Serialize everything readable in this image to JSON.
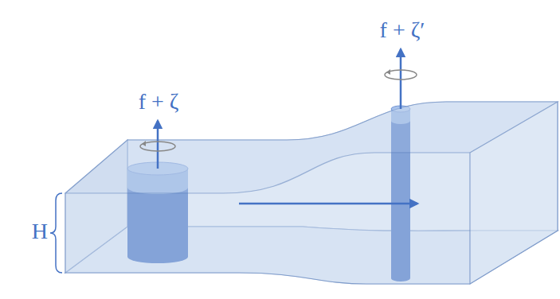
{
  "diagram": {
    "labels": [
      "f + ζ",
      "f + ζ′",
      "H"
    ]
  }
}
